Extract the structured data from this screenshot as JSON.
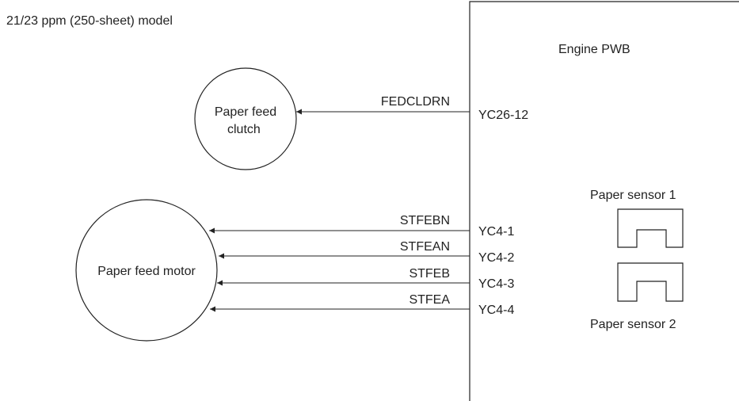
{
  "diagram": {
    "title": "21/23 ppm (250-sheet) model",
    "board": {
      "label": "Engine PWB"
    },
    "clutch": {
      "label_line1": "Paper feed",
      "label_line2": "clutch"
    },
    "motor": {
      "label": "Paper feed motor"
    },
    "signals": [
      {
        "name": "FEDCLDRN",
        "connector": "YC26-12"
      },
      {
        "name": "STFEBN",
        "connector": "YC4-1"
      },
      {
        "name": "STFEAN",
        "connector": "YC4-2"
      },
      {
        "name": "STFEB",
        "connector": "YC4-3"
      },
      {
        "name": "STFEA",
        "connector": "YC4-4"
      }
    ],
    "sensors": [
      {
        "label": "Paper sensor 1"
      },
      {
        "label": "Paper sensor 2"
      }
    ]
  }
}
